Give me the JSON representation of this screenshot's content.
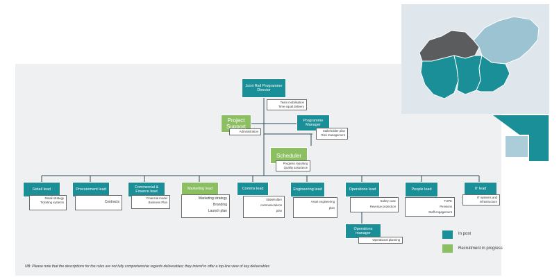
{
  "colors": {
    "in_post": "#1a8f98",
    "recruitment": "#8bbf62",
    "panel": "#eef0f1",
    "map_dark": "#5b5c5e",
    "map_teal": "#1a8f98",
    "map_light": "#9cc3d2"
  },
  "top": {
    "title": "Joint Rail Programme Director",
    "items": [
      "Team mobilisation",
      "Time equal delivery"
    ]
  },
  "project_support": {
    "title": "Project Support",
    "items": [
      "Administration"
    ]
  },
  "programme_manager": {
    "title": "Programme Manager",
    "items": [
      "Stakeholder plan",
      "Risk management"
    ]
  },
  "scheduler": {
    "title": "Scheduler",
    "items": [
      "Progress reporting",
      "Quality assurance"
    ]
  },
  "leads": [
    {
      "title": "Retail lead",
      "status": "in_post",
      "items": [
        "Retail strategy",
        "Ticketing systems"
      ]
    },
    {
      "title": "Procurement lead",
      "status": "in_post",
      "items": [
        "Contracts"
      ]
    },
    {
      "title": "Commercial & Finance lead",
      "status": "in_post",
      "items": [
        "Financial model",
        "Business Plan"
      ]
    },
    {
      "title": "Marketing lead",
      "status": "recruitment",
      "items": [
        "Marketing strategy",
        "Branding",
        "Launch plan"
      ]
    },
    {
      "title": "Comms lead",
      "status": "in_post",
      "items": [
        "Stakeholder",
        "communications",
        "plan"
      ]
    },
    {
      "title": "Engineering lead",
      "status": "in_post",
      "items": [
        "Asset engineering",
        "plan"
      ]
    },
    {
      "title": "Operations lead",
      "status": "in_post",
      "items": [
        "Safety case",
        "Revenue protection"
      ]
    },
    {
      "title": "People lead",
      "status": "in_post",
      "items": [
        "TUPE",
        "Pensions",
        "Staff engagement"
      ]
    },
    {
      "title": "IT lead",
      "status": "in_post",
      "items": [
        "IT systems and",
        "infrastructure"
      ]
    }
  ],
  "ops_manager": {
    "title": "Operations manager",
    "items": [
      "Operational planning"
    ]
  },
  "legend": {
    "in_post": "In post",
    "recruitment": "Recruitment in progress"
  },
  "note": "NB: Please note that the descriptions for the roles are not fully comprehensive regards deliverables; they intend to offer a top-line view of key deliverables"
}
